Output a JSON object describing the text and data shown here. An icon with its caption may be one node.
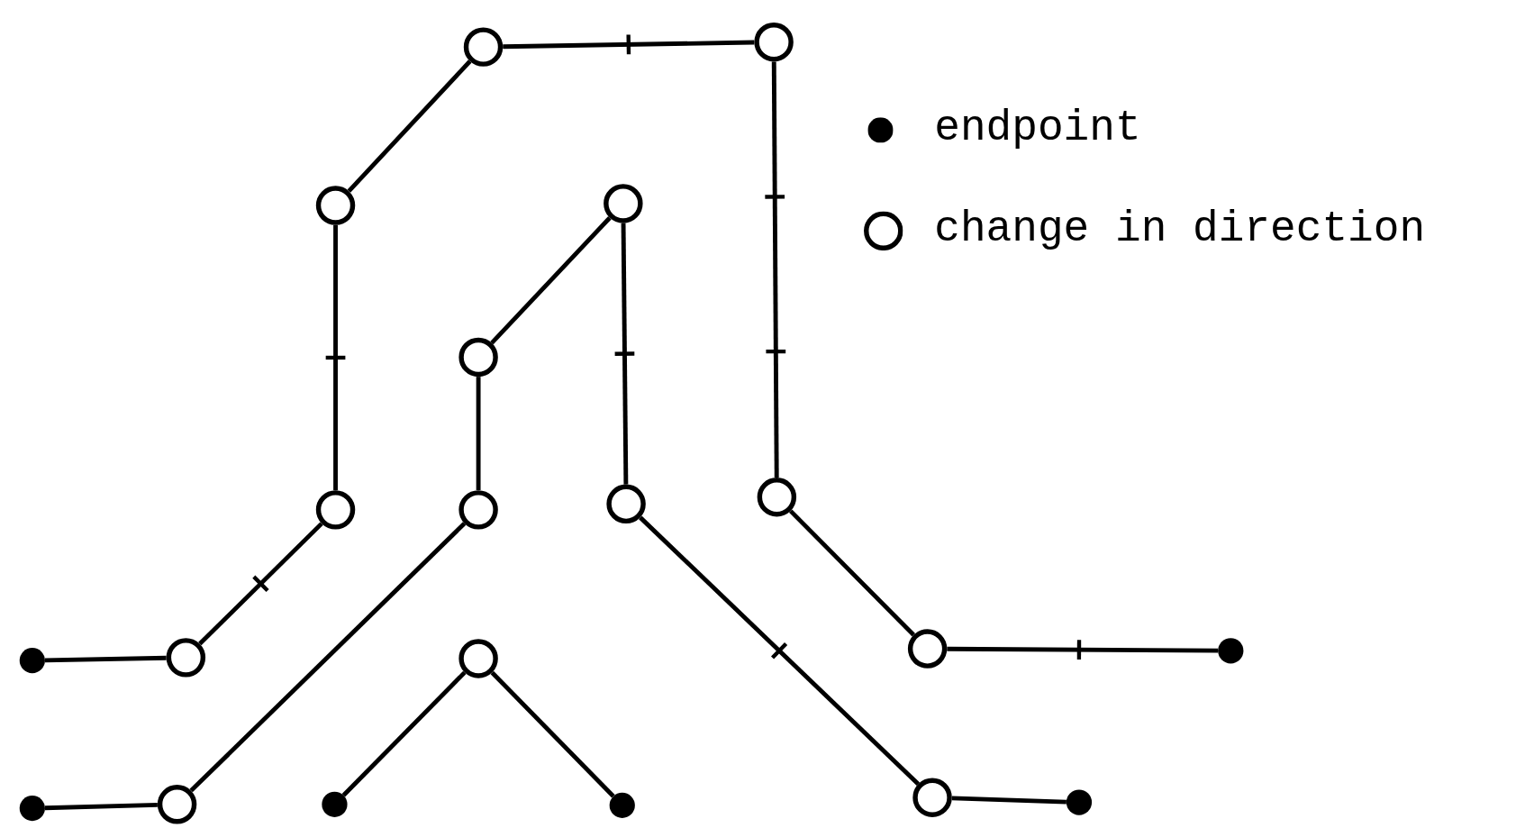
{
  "diagram": {
    "nodes": [
      {
        "text": [],
        "shape": "circle"
      },
      {
        "text": [],
        "shape": "circle"
      },
      {
        "text": [],
        "shape": "circle"
      },
      {
        "text": [],
        "shape": "circle"
      },
      {
        "text": [],
        "shape": "circle"
      },
      {
        "text": [],
        "shape": "circle"
      },
      {
        "text": [],
        "shape": "circle"
      },
      {
        "text": [],
        "shape": "circle"
      },
      {
        "text": [],
        "shape": "circle"
      },
      {
        "text": [],
        "shape": "dot"
      },
      {
        "text": [],
        "shape": "circle"
      },
      {
        "text": [],
        "shape": "circle"
      },
      {
        "text": [],
        "shape": "circle"
      },
      {
        "text": [],
        "shape": "dot"
      },
      {
        "text": [],
        "shape": "dot"
      },
      {
        "text": [],
        "shape": "circle"
      },
      {
        "text": [],
        "shape": "dot"
      },
      {
        "text": [],
        "shape": "dot"
      },
      {
        "text": [],
        "shape": "circle"
      },
      {
        "text": [],
        "shape": "dot"
      }
    ],
    "edges": [
      {
        "from": 9,
        "to": 10,
        "arrow": "none"
      },
      {
        "from": 10,
        "to": 5,
        "arrow": "none"
      },
      {
        "from": 5,
        "to": 2,
        "arrow": "none"
      },
      {
        "from": 2,
        "to": 0,
        "arrow": "none"
      },
      {
        "from": 0,
        "to": 1,
        "arrow": "none"
      },
      {
        "from": 1,
        "to": 8,
        "arrow": "none"
      },
      {
        "from": 8,
        "to": 12,
        "arrow": "none"
      },
      {
        "from": 12,
        "to": 13,
        "arrow": "none"
      },
      {
        "from": 14,
        "to": 15,
        "arrow": "none"
      },
      {
        "from": 15,
        "to": 6,
        "arrow": "none"
      },
      {
        "from": 6,
        "to": 4,
        "arrow": "none"
      },
      {
        "from": 4,
        "to": 3,
        "arrow": "none"
      },
      {
        "from": 3,
        "to": 7,
        "arrow": "none"
      },
      {
        "from": 7,
        "to": 18,
        "arrow": "none"
      },
      {
        "from": 18,
        "to": 19,
        "arrow": "none"
      },
      {
        "from": 16,
        "to": 11,
        "arrow": "none"
      },
      {
        "from": 11,
        "to": 17,
        "arrow": "none"
      }
    ],
    "legend": [
      {
        "text": "endpoint"
      },
      {
        "text": "change in direction"
      }
    ]
  }
}
